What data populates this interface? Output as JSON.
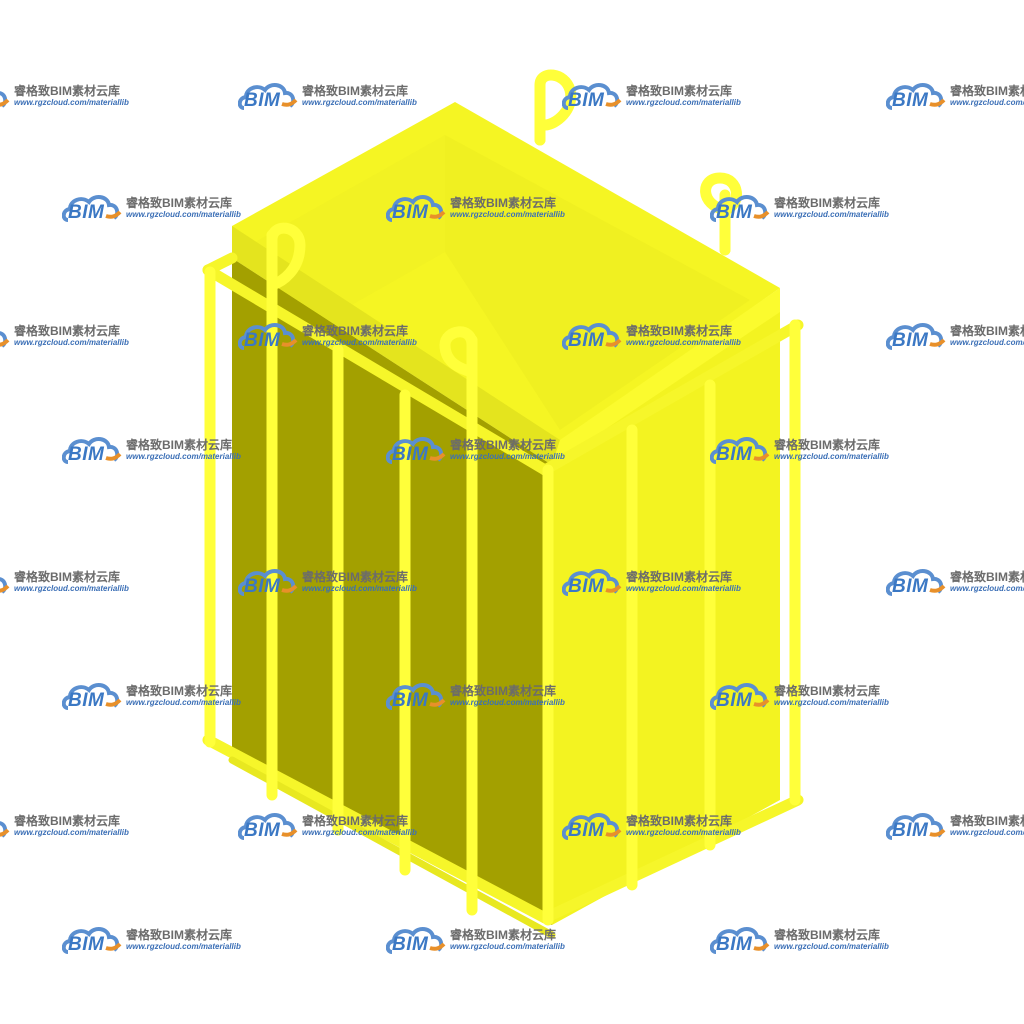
{
  "watermark": {
    "brand": "BIM",
    "name": "睿格致BIM素材云库",
    "url": "www.rgzcloud.com/materiallib"
  },
  "object": {
    "color_face_light": "#f7f724",
    "color_face_mid": "#dede1c",
    "color_face_dark": "#a3a000",
    "color_bar": "#ffff3a"
  }
}
